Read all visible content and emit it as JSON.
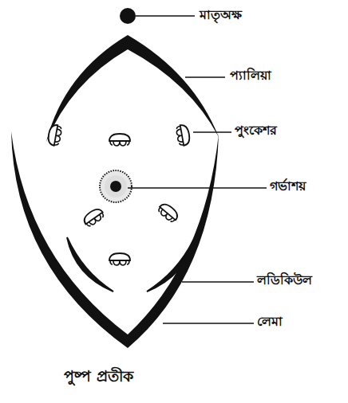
{
  "diagram": {
    "caption": "পুষ্প প্রতীক",
    "labels": [
      "মাতৃঅক্ষ",
      "প্যালিয়া",
      "পুংকেশর",
      "গর্ভাশয়",
      "লডিকিউল",
      "লেমা"
    ]
  }
}
